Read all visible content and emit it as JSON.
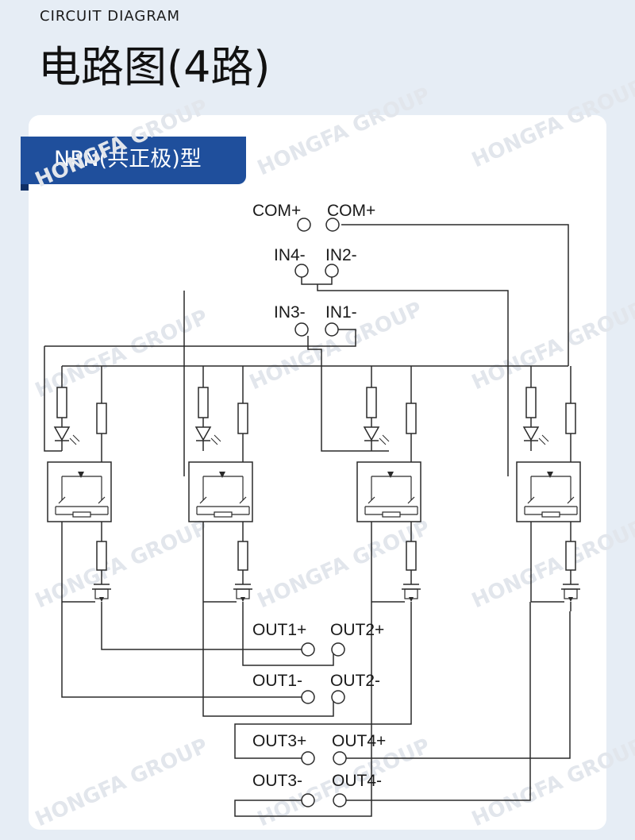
{
  "header": {
    "subtitle": "CIRCUIT DIAGRAM",
    "title": "电路图(4路)"
  },
  "banner": {
    "label": "NPN(共正极)型"
  },
  "watermark": "HONGFA GROUP",
  "terminals": {
    "com_a": "COM+",
    "com_b": "COM+",
    "in4": "IN4-",
    "in2": "IN2-",
    "in3": "IN3-",
    "in1": "IN1-",
    "out1p": "OUT1+",
    "out2p": "OUT2+",
    "out1n": "OUT1-",
    "out2n": "OUT2-",
    "out3p": "OUT3+",
    "out4p": "OUT4+",
    "out3n": "OUT3-",
    "out4n": "OUT4-"
  },
  "colors": {
    "accent": "#1f4f9c",
    "line": "#2a2a2a"
  }
}
